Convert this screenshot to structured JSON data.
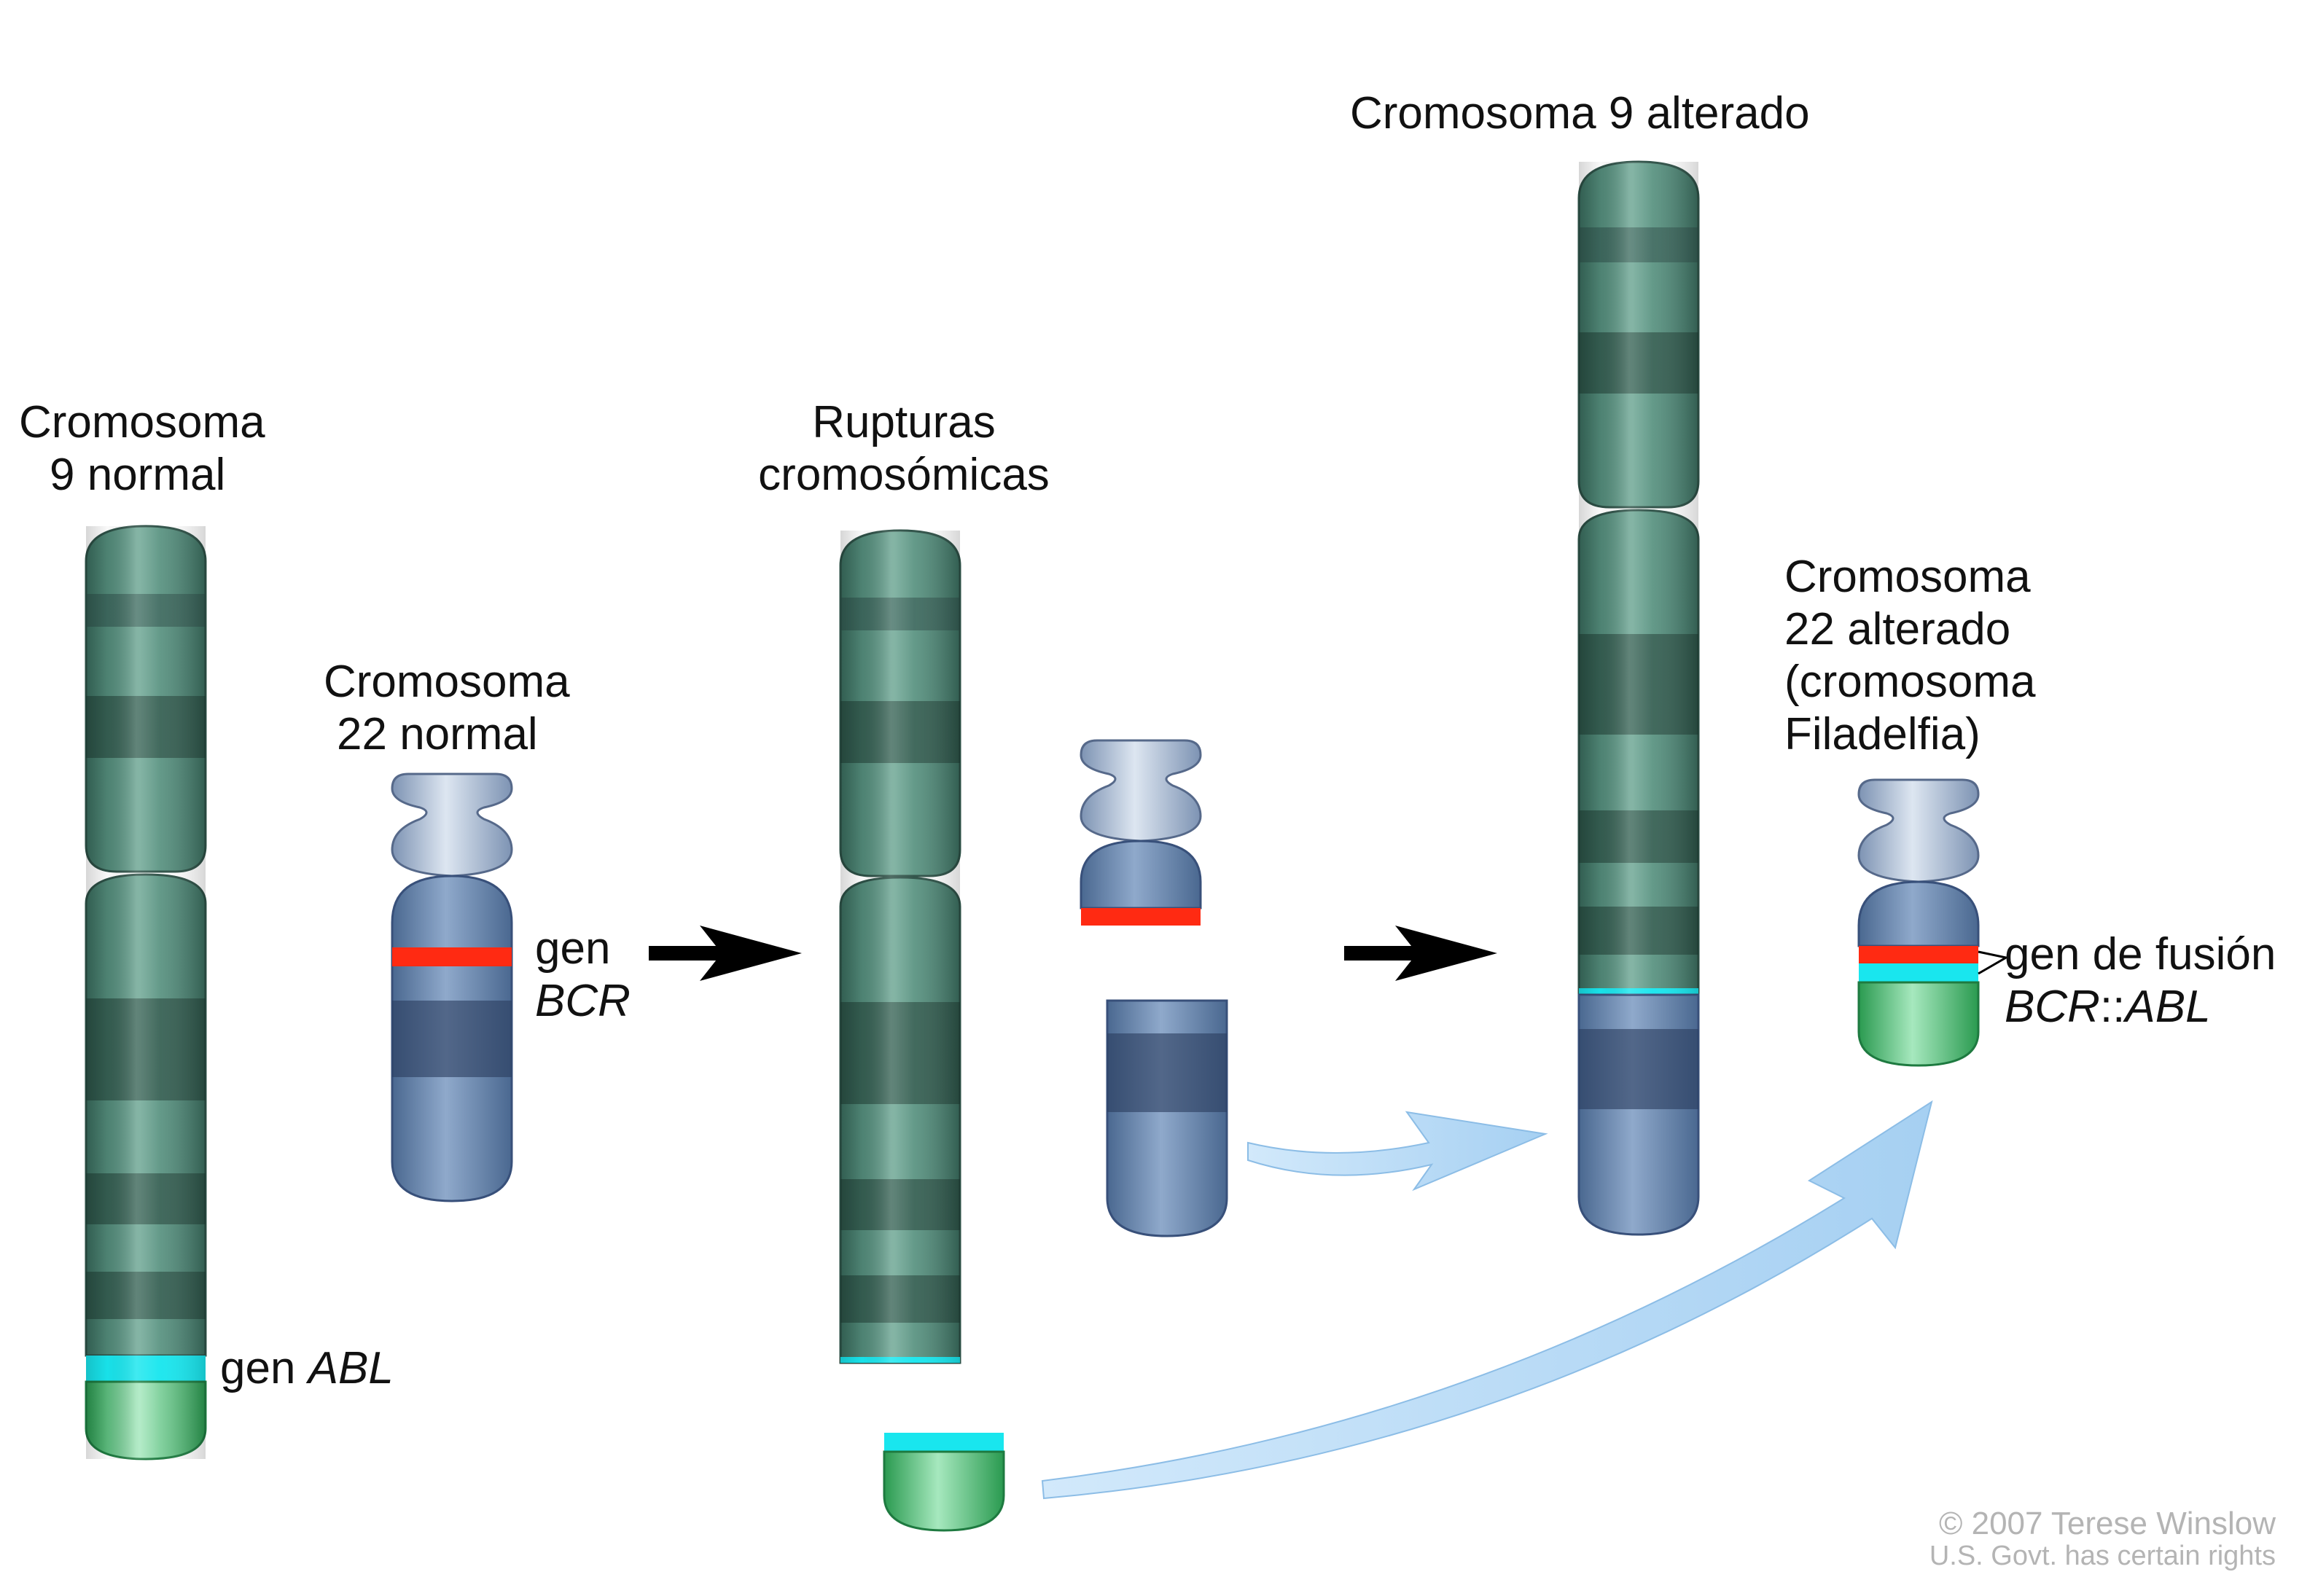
{
  "labels": {
    "chr9_normal": [
      "Cromosoma",
      "9 normal"
    ],
    "chr22_normal": [
      "Cromosoma",
      "22 normal"
    ],
    "breaks": [
      "Rupturas",
      "cromosómicas"
    ],
    "chr9_altered": "Cromosoma 9 alterado",
    "chr22_altered": [
      "Cromosoma",
      "22 alterado",
      "(cromosoma",
      "Filadelfia)"
    ],
    "bcr_gene": {
      "prefix": "gen",
      "name": "BCR"
    },
    "abl_gene": {
      "prefix": "gen",
      "name": "ABL"
    },
    "fusion_gene": {
      "prefix": "gen de fusión",
      "name_a": "BCR",
      "separator": "::",
      "name_b": "ABL"
    }
  },
  "credit": {
    "line1": "© 2007 Terese Winslow",
    "line2": "U.S. Govt. has certain rights"
  },
  "colors": {
    "chr9": "#4f8e7c",
    "chr22": "#5f7fa8",
    "bcr_band": "#ff2a12",
    "abl_band": "#19e6ee",
    "abl_segment": "#3dba68",
    "translocation_arrow": "#b4d9f5",
    "step_arrow": "#000000"
  }
}
